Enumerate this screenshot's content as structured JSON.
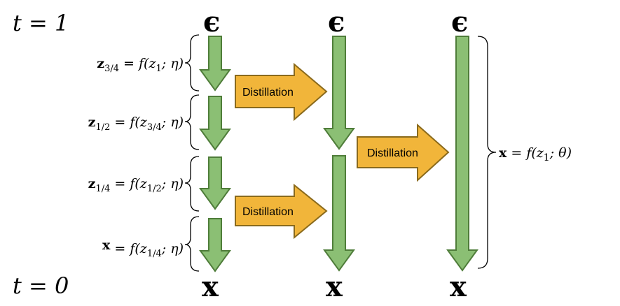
{
  "time_labels": {
    "top": "t = 1",
    "bottom": "t = 0"
  },
  "symbols": {
    "noise": "ϵ",
    "data": "x"
  },
  "step_labels": [
    {
      "lhs": "z",
      "sub": "3/4",
      "rhs": " = f(z",
      "rsub": "1",
      "tail": "; η)"
    },
    {
      "lhs": "z",
      "sub": "1/2",
      "rhs": " = f(z",
      "rsub": "3/4",
      "tail": "; η)"
    },
    {
      "lhs": "z",
      "sub": "1/4",
      "rhs": " = f(z",
      "rsub": "1/2",
      "tail": "; η)"
    },
    {
      "lhs": "x",
      "sub": "",
      "rhs": " = f(z",
      "rsub": "1/4",
      "tail": "; η)"
    }
  ],
  "final_label": {
    "lhs": "x",
    "rhs": " = f(z",
    "rsub": "1",
    "tail": "; θ)"
  },
  "distillation_label": "Distillation",
  "colors": {
    "green_fill": "#8bbf74",
    "green_stroke": "#4f7d3a",
    "orange_fill": "#f1b53a",
    "orange_stroke": "#8a6a1c"
  }
}
